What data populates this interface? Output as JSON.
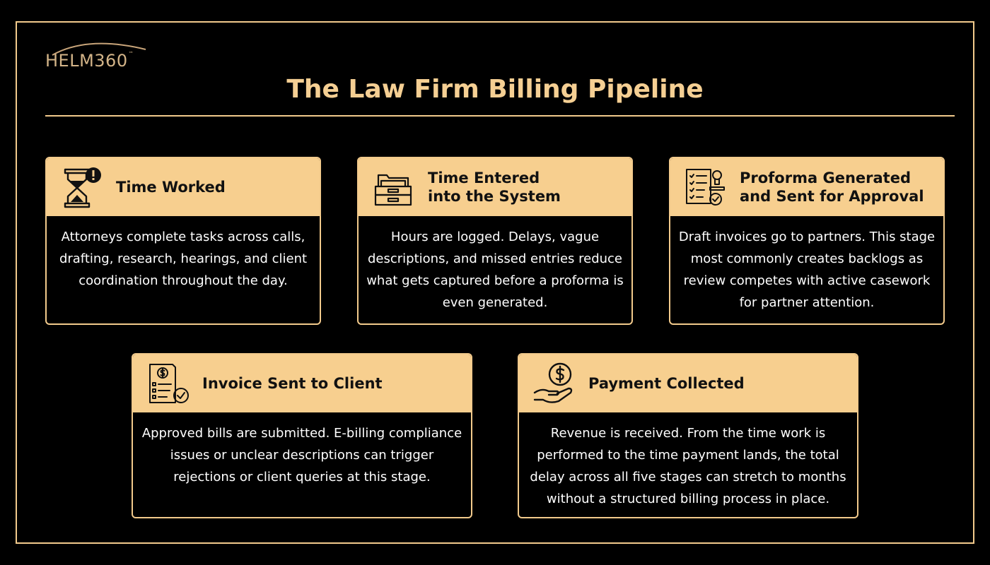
{
  "brand": {
    "logo_main": "HELM360",
    "logo_tm": "™"
  },
  "title": "The Law Firm Billing Pipeline",
  "stages": [
    {
      "title": "Time Worked",
      "icon": "hourglass-alert-icon",
      "body": "Attorneys complete tasks across calls, drafting, research, hearings, and client coordination throughout the day."
    },
    {
      "title": "Time Entered\ninto the System",
      "icon": "file-cabinet-icon",
      "body": "Hours are logged. Delays, vague descriptions, and missed entries reduce what gets captured before a proforma is even generated."
    },
    {
      "title": "Proforma Generated\nand Sent for Approval",
      "icon": "checklist-stamp-icon",
      "body": "Draft invoices go to partners. This stage most commonly creates backlogs as review competes with active casework for partner attention."
    },
    {
      "title": "Invoice Sent to Client",
      "icon": "invoice-check-icon",
      "body": "Approved bills are submitted. E-billing compliance issues or unclear descriptions can trigger rejections or client queries at this stage."
    },
    {
      "title": "Payment Collected",
      "icon": "hand-dollar-coin-icon",
      "body": "Revenue is received. From the time work is performed to the time payment lands, the total delay across all five stages can stretch to months without a structured billing process in place."
    }
  ],
  "colors": {
    "accent": "#f7cf8f",
    "border": "#f2ca8c",
    "background": "#000000",
    "title": "#f5cf93"
  }
}
